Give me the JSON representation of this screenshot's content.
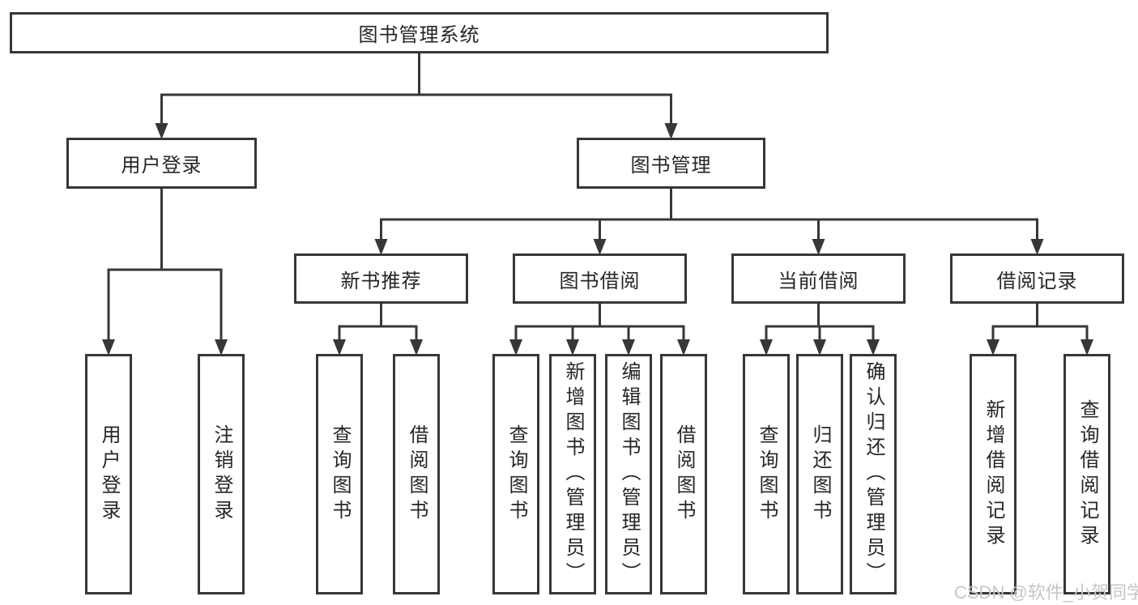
{
  "diagram": {
    "root": {
      "label": "图书管理系统",
      "children": [
        {
          "label": "用户登录",
          "children": [
            {
              "label": "用户登录"
            },
            {
              "label": "注销登录"
            }
          ]
        },
        {
          "label": "图书管理",
          "children": [
            {
              "label": "新书推荐",
              "children": [
                {
                  "label": "查询图书"
                },
                {
                  "label": "借阅图书"
                }
              ]
            },
            {
              "label": "图书借阅",
              "children": [
                {
                  "label": "查询图书"
                },
                {
                  "label": "新增图书（管理员）"
                },
                {
                  "label": "编辑图书（管理员）"
                },
                {
                  "label": "借阅图书"
                }
              ]
            },
            {
              "label": "当前借阅",
              "children": [
                {
                  "label": "查询图书"
                },
                {
                  "label": "归还图书"
                },
                {
                  "label": "确认归还（管理员）"
                }
              ]
            },
            {
              "label": "借阅记录",
              "children": [
                {
                  "label": "新增借阅记录"
                },
                {
                  "label": "查询借阅记录"
                }
              ]
            }
          ]
        }
      ]
    }
  },
  "watermark": {
    "text": "CSDN @软件_小贺同学"
  },
  "colors": {
    "line": "#373737",
    "text": "#262626",
    "watermark": "#c6c6c6",
    "background": "#ffffff"
  }
}
